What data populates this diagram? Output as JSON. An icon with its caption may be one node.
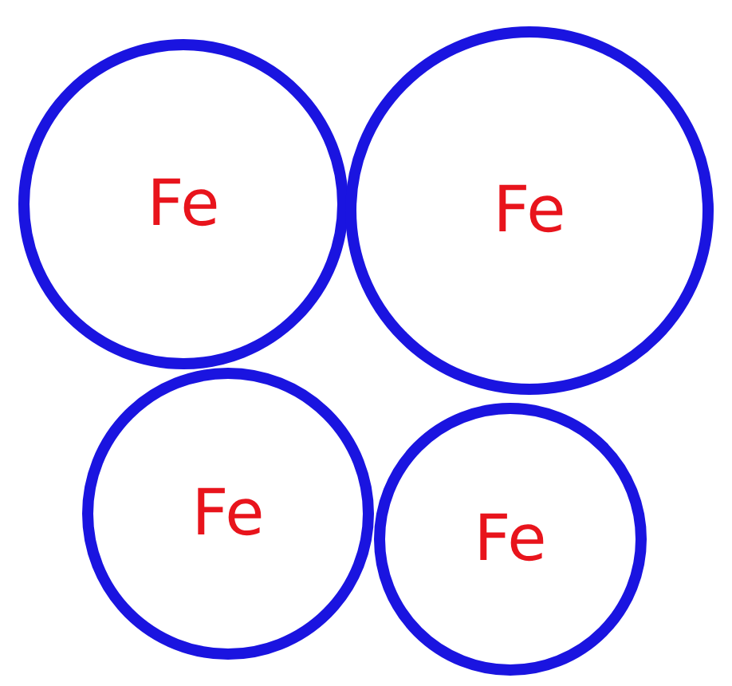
{
  "diagram": {
    "nodes": [
      {
        "text": [
          "Fe"
        ]
      },
      {
        "text": [
          "Fe"
        ]
      },
      {
        "text": [
          "Fe"
        ]
      },
      {
        "text": [
          "Fe"
        ]
      }
    ]
  }
}
